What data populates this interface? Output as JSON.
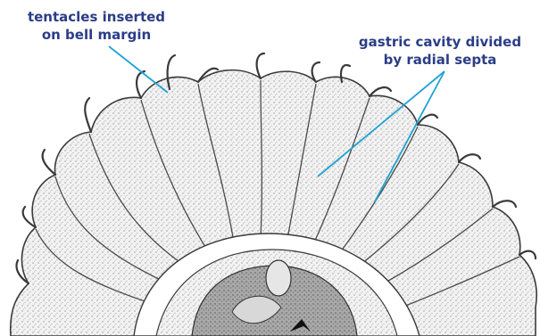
{
  "labels": {
    "tentacles": {
      "line1": "tentacles inserted",
      "line2": "on bell margin"
    },
    "gastric": {
      "line1": "gastric cavity divided",
      "line2": "by radial septa"
    }
  },
  "colors": {
    "label_text": "#2b3d86",
    "leader_line": "#1ea3d4",
    "ink": "#3a3a3a",
    "stipple": "#9a9a9a",
    "center_organ": "#8a8a8a"
  }
}
